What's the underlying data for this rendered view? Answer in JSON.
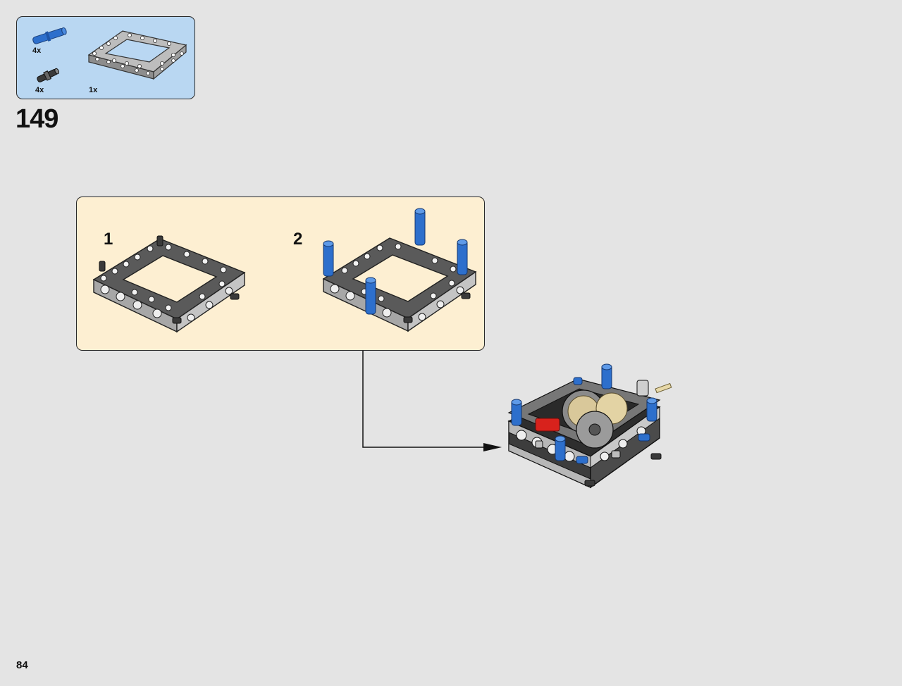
{
  "parts": {
    "items": [
      {
        "name": "blue-axle-pin",
        "quantity": "4x"
      },
      {
        "name": "black-pin-with-bush",
        "quantity": "4x"
      },
      {
        "name": "frame-5x7",
        "quantity": "1x"
      }
    ]
  },
  "step": {
    "number": "149"
  },
  "substeps": [
    {
      "number": "1"
    },
    {
      "number": "2"
    }
  ],
  "page": {
    "number": "84"
  },
  "colors": {
    "parts_background": "#b9d7f2",
    "substep_background": "#fdefd2",
    "page_background": "#e4e4e4",
    "technic_blue": "#2d6fcc",
    "frame_gray": "#a9a9a9",
    "dark_gray": "#4a4a4a"
  }
}
